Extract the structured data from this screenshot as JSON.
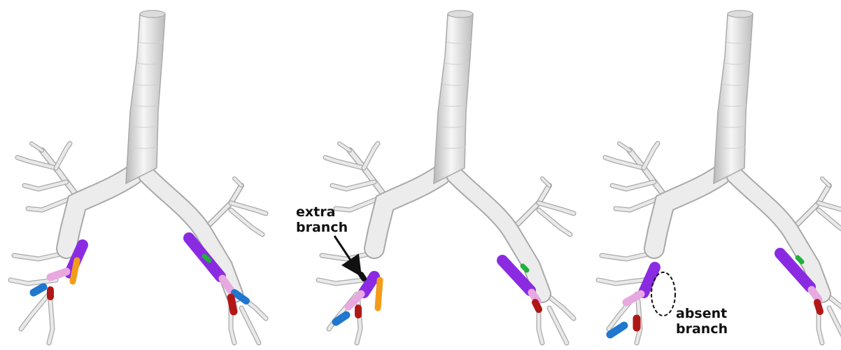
{
  "figure": {
    "background": "#ffffff",
    "airway_color": "#e6e6e6",
    "airway_outline": "#a9a9a9",
    "segment_colors": {
      "purple": "#8a2be2",
      "pink": "#e8a8e0",
      "blue": "#1f77d0",
      "red": "#b01818",
      "orange": "#f39c1a",
      "green": "#22b03a"
    },
    "panels": [
      {
        "id": "panel-1",
        "annotation_lines": []
      },
      {
        "id": "panel-2",
        "annotation_lines": [
          "extra",
          "branch"
        ]
      },
      {
        "id": "panel-3",
        "annotation_lines": [
          "absent",
          "branch"
        ]
      }
    ]
  }
}
